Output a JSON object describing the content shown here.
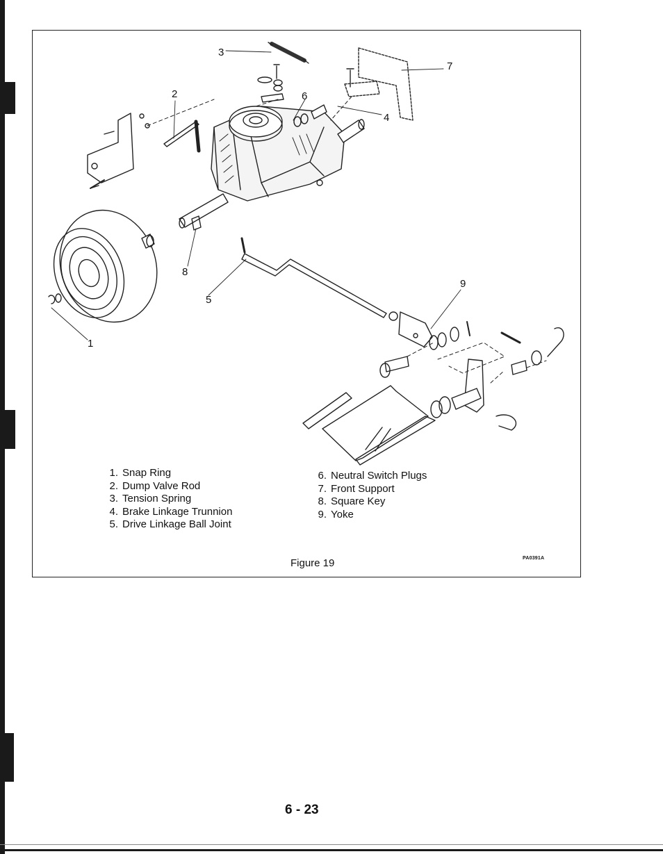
{
  "figure": {
    "caption": "Figure 19",
    "code": "PA0391A",
    "callouts": [
      "1",
      "2",
      "3",
      "4",
      "5",
      "6",
      "7",
      "8",
      "9"
    ],
    "legend_left": [
      {
        "num": "1.",
        "label": "Snap Ring"
      },
      {
        "num": "2.",
        "label": "Dump Valve Rod"
      },
      {
        "num": "3.",
        "label": "Tension Spring"
      },
      {
        "num": "4.",
        "label": "Brake Linkage Trunnion"
      },
      {
        "num": "5.",
        "label": "Drive Linkage Ball Joint"
      }
    ],
    "legend_right": [
      {
        "num": "6.",
        "label": "Neutral Switch Plugs"
      },
      {
        "num": "7.",
        "label": "Front Support"
      },
      {
        "num": "8.",
        "label": "Square Key"
      },
      {
        "num": "9.",
        "label": "Yoke"
      }
    ]
  },
  "page": {
    "number": "6 - 23"
  }
}
